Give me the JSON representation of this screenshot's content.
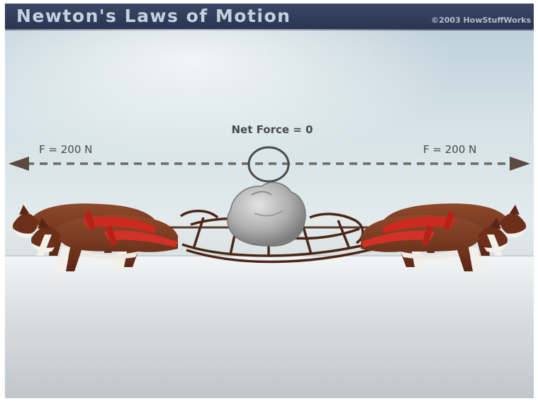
{
  "diagram": {
    "title": "Newton's Laws of Motion",
    "copyright": "©2003 HowStuffWorks",
    "net_force_label": "Net Force = 0",
    "left_force_label": "F = 200 N",
    "right_force_label": "F = 200 N"
  },
  "colors": {
    "title_bar": "#2f3a58",
    "dog_fur": "#7a3a22",
    "harness": "#cc2a1f",
    "rock": "#b8b8b8",
    "arrow": "#5a4a40"
  },
  "icons": {
    "left_arrow": "arrowhead-left",
    "right_arrow": "arrowhead-right",
    "net_force_ring": "circle-outline"
  }
}
